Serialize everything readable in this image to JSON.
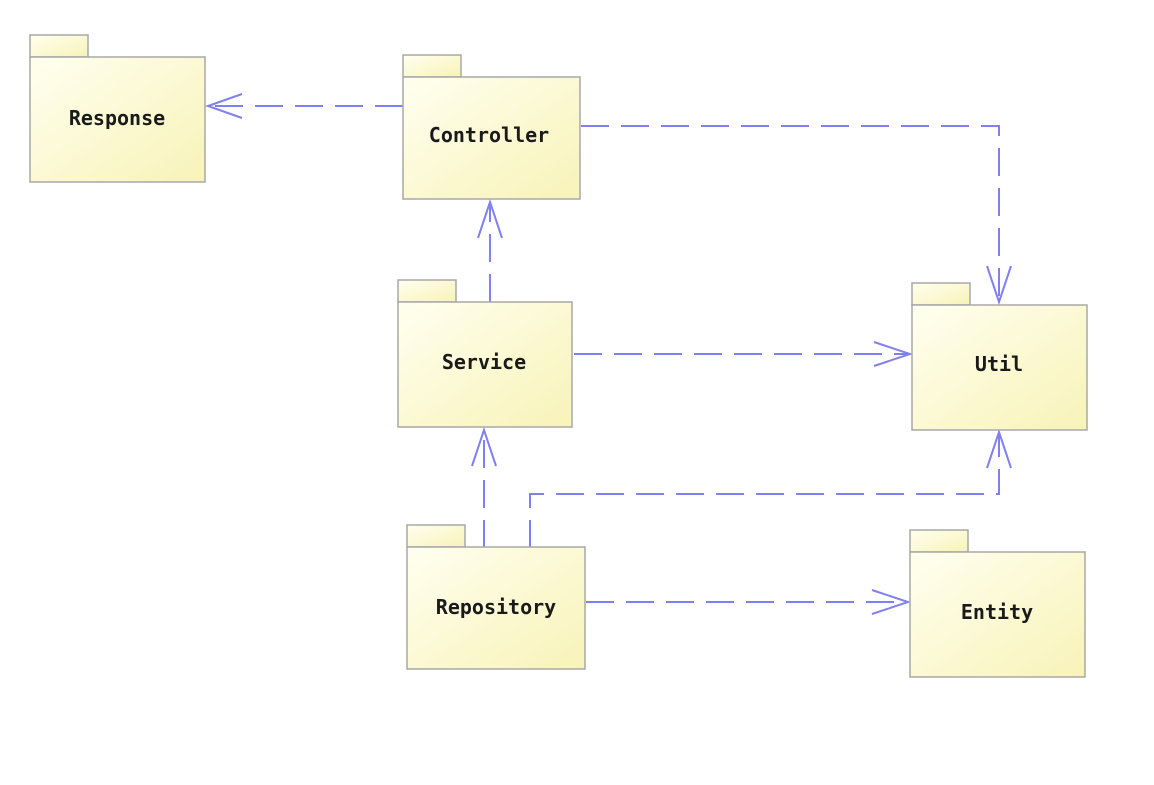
{
  "colors": {
    "background": "#ffffff",
    "package_fill_light": "#fffff0",
    "package_fill_dark": "#f8f3b8",
    "package_border": "#a8a8a8",
    "dependency_line": "#8080f0",
    "label_text": "#1a1a1a"
  },
  "diagram": {
    "packages": [
      {
        "id": "response",
        "label": "Response"
      },
      {
        "id": "controller",
        "label": "Controller"
      },
      {
        "id": "service",
        "label": "Service"
      },
      {
        "id": "util",
        "label": "Util"
      },
      {
        "id": "repository",
        "label": "Repository"
      },
      {
        "id": "entity",
        "label": "Entity"
      }
    ],
    "dependencies": [
      {
        "from": "controller",
        "to": "response"
      },
      {
        "from": "controller",
        "to": "util"
      },
      {
        "from": "service",
        "to": "controller"
      },
      {
        "from": "service",
        "to": "util"
      },
      {
        "from": "repository",
        "to": "service"
      },
      {
        "from": "repository",
        "to": "util"
      },
      {
        "from": "repository",
        "to": "entity"
      }
    ]
  }
}
